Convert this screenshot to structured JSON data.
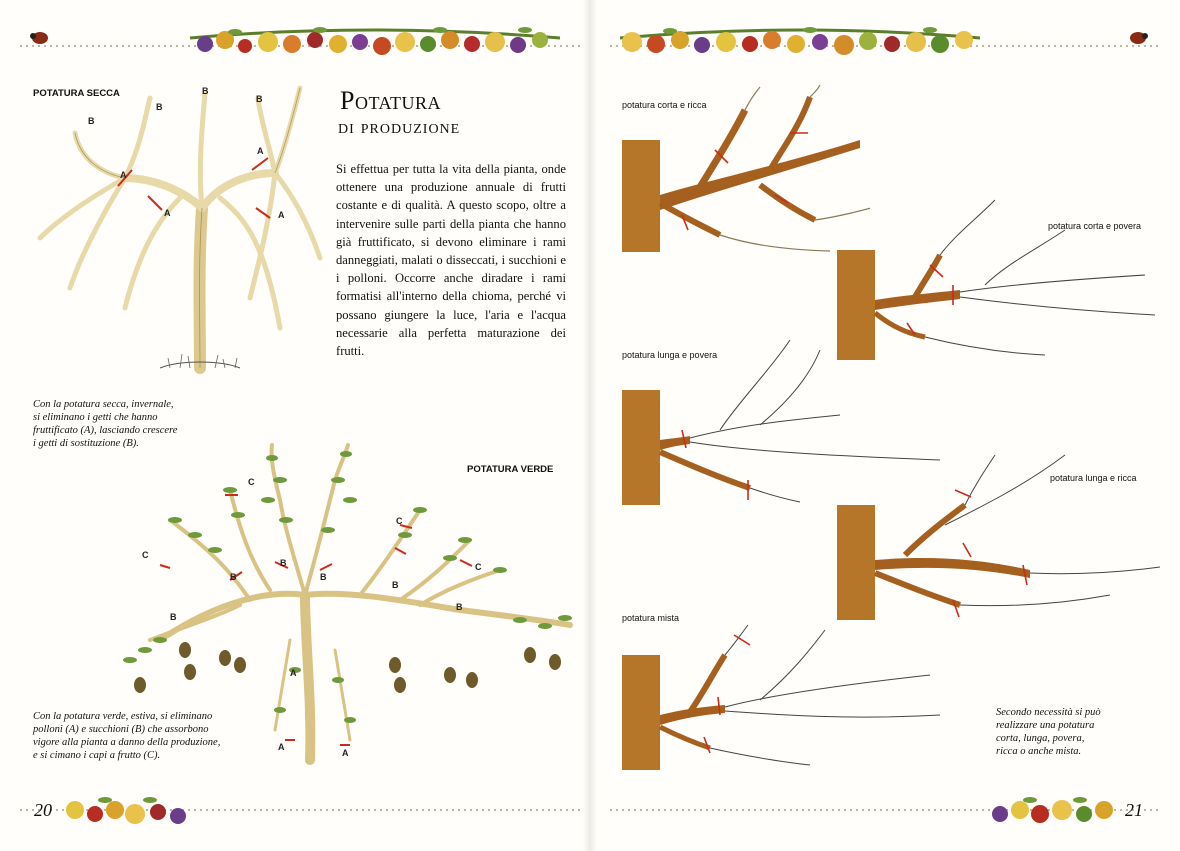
{
  "left_page": {
    "label_dry": "POTATURA SECCA",
    "title_line1": "Potatura",
    "title_line2": "di produzione",
    "body_paragraph": "Si effettua per tutta la vita della pianta, onde ottenere una produzione annuale di frutti costante e di qualità. A questo scopo, oltre a intervenire sulle parti della pianta che hanno già fruttificato, si devono eliminare i rami danneggiati, malati o disseccati, i succhioni e i polloni. Occorre anche diradare i rami formatisi all'interno della chioma, perché vi possano giungere la luce, l'aria e l'acqua necessarie alla perfetta maturazione dei frutti.",
    "caption_dry": [
      "Con la potatura secca, invernale,",
      "si eliminano i getti che hanno",
      "fruttificato (A), lasciando crescere",
      "i getti di sostituzione (B)."
    ],
    "label_green": "POTATURA VERDE",
    "caption_green": [
      "Con la potatura verde, estiva, si eliminano",
      "polloni (A) e succhioni (B) che assorbono",
      "vigore alla pianta a danno della produzione,",
      "e si cimano i capi a frutto (C)."
    ],
    "page_number": "20",
    "letters": {
      "a": "A",
      "b": "B",
      "c": "C"
    }
  },
  "right_page": {
    "label_short_rich": "potatura corta e ricca",
    "label_short_poor": "potatura corta e povera",
    "label_long_poor": "potatura lunga e povera",
    "label_long_rich": "potatura lunga e ricca",
    "label_mixed": "potatura mista",
    "caption": [
      "Secondo necessità si può",
      "realizzare una potatura",
      "corta, lunga, povera,",
      "ricca o anche mista."
    ],
    "page_number": "21"
  },
  "colors": {
    "bark": "#a5601f",
    "trunk": "#b5762a",
    "branch_light": "#e8d9a8",
    "cut_mark": "#cc2a1a",
    "leaf": "#6f9a3c"
  }
}
